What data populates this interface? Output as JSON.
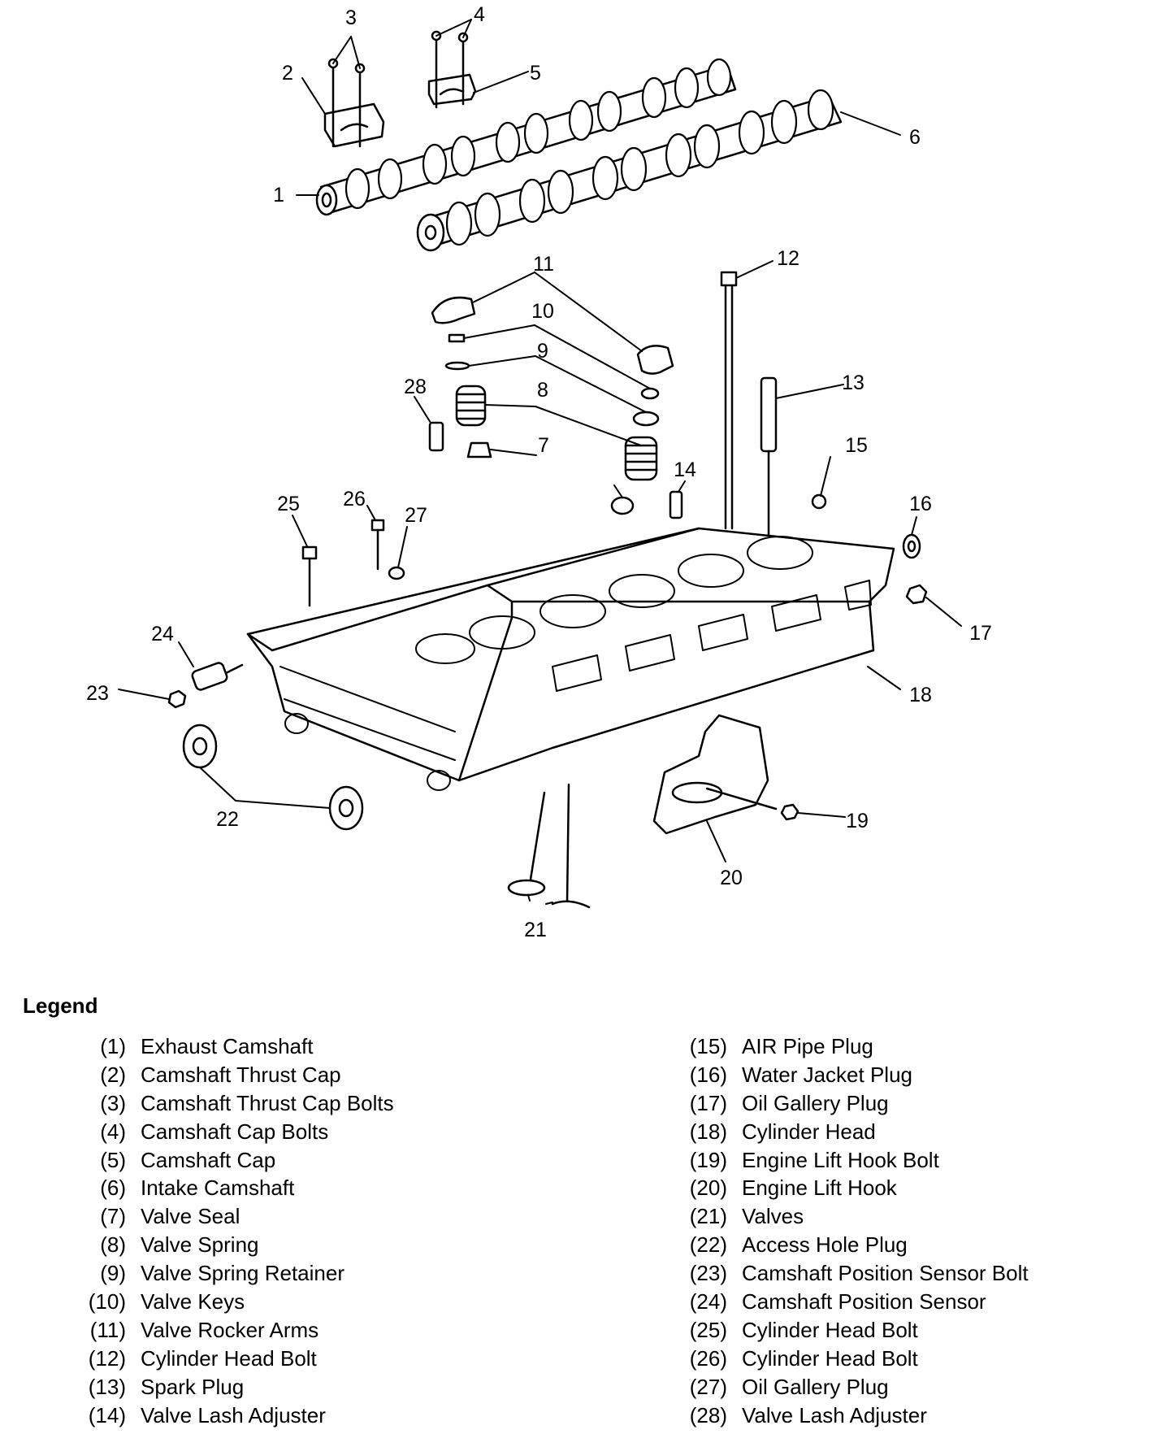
{
  "callouts": [
    "1",
    "2",
    "3",
    "4",
    "5",
    "6",
    "7",
    "8",
    "9",
    "10",
    "11",
    "12",
    "13",
    "14",
    "15",
    "16",
    "17",
    "18",
    "19",
    "20",
    "21",
    "22",
    "23",
    "24",
    "25",
    "26",
    "27",
    "28"
  ],
  "legend": {
    "title": "Legend",
    "left": [
      {
        "num": "(1)",
        "label": "Exhaust Camshaft"
      },
      {
        "num": "(2)",
        "label": "Camshaft Thrust Cap"
      },
      {
        "num": "(3)",
        "label": "Camshaft Thrust Cap Bolts"
      },
      {
        "num": "(4)",
        "label": "Camshaft Cap Bolts"
      },
      {
        "num": "(5)",
        "label": "Camshaft Cap"
      },
      {
        "num": "(6)",
        "label": "Intake Camshaft"
      },
      {
        "num": "(7)",
        "label": "Valve Seal"
      },
      {
        "num": "(8)",
        "label": "Valve Spring"
      },
      {
        "num": "(9)",
        "label": "Valve Spring Retainer"
      },
      {
        "num": "(10)",
        "label": "Valve Keys"
      },
      {
        "num": "(11)",
        "label": "Valve Rocker Arms"
      },
      {
        "num": "(12)",
        "label": "Cylinder Head Bolt"
      },
      {
        "num": "(13)",
        "label": "Spark Plug"
      },
      {
        "num": "(14)",
        "label": "Valve Lash Adjuster"
      }
    ],
    "right": [
      {
        "num": "(15)",
        "label": "AIR Pipe Plug"
      },
      {
        "num": "(16)",
        "label": "Water Jacket Plug"
      },
      {
        "num": "(17)",
        "label": "Oil Gallery Plug"
      },
      {
        "num": "(18)",
        "label": "Cylinder Head"
      },
      {
        "num": "(19)",
        "label": "Engine Lift Hook Bolt"
      },
      {
        "num": "(20)",
        "label": "Engine Lift Hook"
      },
      {
        "num": "(21)",
        "label": "Valves"
      },
      {
        "num": "(22)",
        "label": "Access Hole Plug"
      },
      {
        "num": "(23)",
        "label": "Camshaft Position Sensor Bolt"
      },
      {
        "num": "(24)",
        "label": "Camshaft Position Sensor"
      },
      {
        "num": "(25)",
        "label": "Cylinder Head Bolt"
      },
      {
        "num": "(26)",
        "label": "Cylinder Head Bolt"
      },
      {
        "num": "(27)",
        "label": "Oil Gallery Plug"
      },
      {
        "num": "(28)",
        "label": "Valve Lash Adjuster"
      }
    ]
  }
}
